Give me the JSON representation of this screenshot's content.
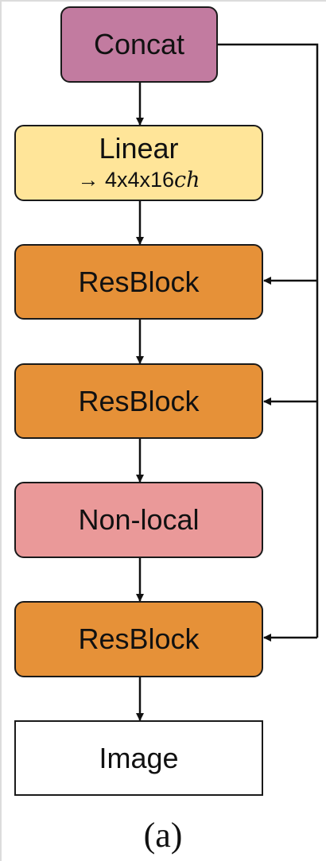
{
  "colors": {
    "concat": "#c27ba0",
    "linear": "#ffe599",
    "resblock": "#e69138",
    "nonlocal": "#ea9999",
    "image": "#ffffff",
    "stroke": "#1a1a1a"
  },
  "nodes": {
    "concat": {
      "label": "Concat"
    },
    "linear": {
      "label": "Linear",
      "sub_arrow": "→",
      "sub_dims": "4x4x16",
      "sub_var": "ch"
    },
    "resblock1": {
      "label": "ResBlock"
    },
    "resblock2": {
      "label": "ResBlock"
    },
    "nonlocal": {
      "label": "Non-local"
    },
    "resblock3": {
      "label": "ResBlock"
    },
    "image": {
      "label": "Image"
    }
  },
  "caption": "(a)"
}
